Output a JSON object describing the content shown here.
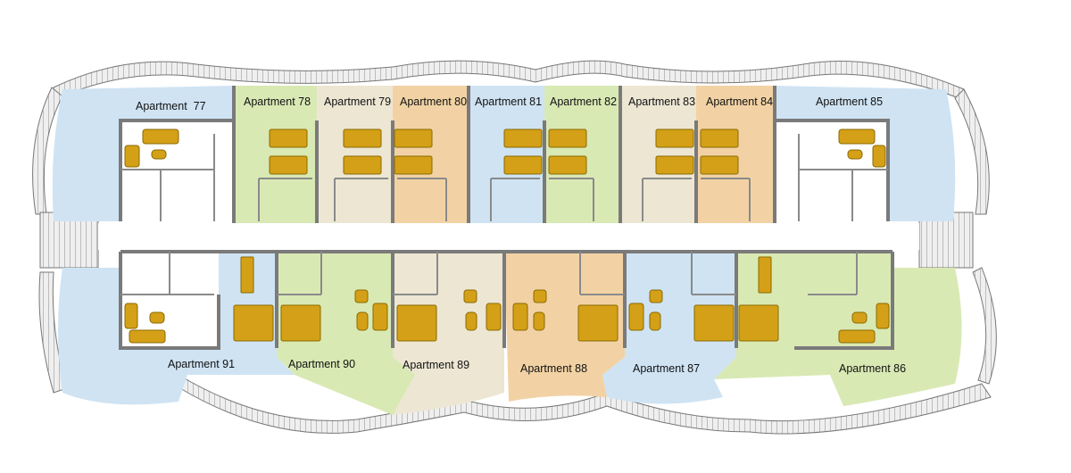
{
  "colors": {
    "blue": "#cfe3f3",
    "green": "#d9e9b4",
    "beige": "#ece6d3",
    "orange": "#f2d2a4",
    "wall": "#7a7a7a",
    "furniture": "#d4a017",
    "balcony": "#e8e8e8",
    "corridor": "#ffffff"
  },
  "apartments": [
    {
      "id": "77",
      "label": "Apartment  77",
      "color": "blue"
    },
    {
      "id": "78",
      "label": "Apartment 78",
      "color": "green"
    },
    {
      "id": "79",
      "label": "Apartment 79",
      "color": "beige"
    },
    {
      "id": "80",
      "label": "Apartment 80",
      "color": "orange"
    },
    {
      "id": "81",
      "label": "Apartment 81",
      "color": "blue"
    },
    {
      "id": "82",
      "label": "Apartment 82",
      "color": "green"
    },
    {
      "id": "83",
      "label": "Apartment 83",
      "color": "beige"
    },
    {
      "id": "84",
      "label": "Apartment 84",
      "color": "orange"
    },
    {
      "id": "85",
      "label": "Apartment 85",
      "color": "blue"
    },
    {
      "id": "86",
      "label": "Apartment 86",
      "color": "green"
    },
    {
      "id": "87",
      "label": "Apartment 87",
      "color": "blue"
    },
    {
      "id": "88",
      "label": "Apartment 88",
      "color": "orange"
    },
    {
      "id": "89",
      "label": "Apartment 89",
      "color": "beige"
    },
    {
      "id": "90",
      "label": "Apartment 90",
      "color": "green"
    },
    {
      "id": "91",
      "label": "Apartment 91",
      "color": "blue"
    }
  ]
}
